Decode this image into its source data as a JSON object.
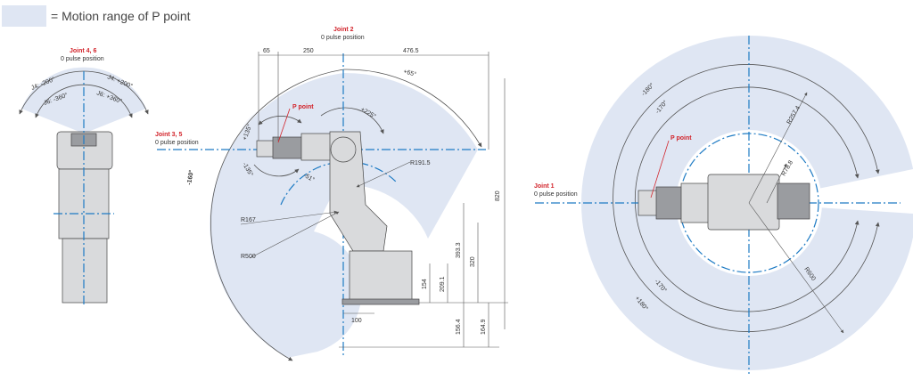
{
  "colors": {
    "range_fill": "#dfe6f3",
    "centerline": "#1e7bc4",
    "highlight_red": "#d2232a",
    "line": "#555555"
  },
  "legend": {
    "text": "= Motion range of P point"
  },
  "left_view": {
    "joint_title": "Joint 4, 6",
    "joint_sub": "0 pulse position",
    "j4_neg": "J4: -200°",
    "j4_pos": "J4: +200°",
    "j6_neg": "J6: -360°",
    "j6_pos": "J6: +360°"
  },
  "middle_view": {
    "joint2_title": "Joint 2",
    "joint2_sub": "0 pulse position",
    "joint35_title": "Joint 3, 5",
    "joint35_sub": "0 pulse position",
    "p_point": "P point",
    "top_dims": [
      "65",
      "250",
      "476.5"
    ],
    "angles": {
      "plus65": "+65°",
      "plus225": "+225°",
      "plus135": "+135°",
      "minus135": "-135°",
      "minus51": "-51°",
      "minus160": "-160°"
    },
    "radii": {
      "r1915": "R191.5",
      "r167": "R167",
      "r500": "R500"
    },
    "right_dims": [
      "820",
      "393.3",
      "320",
      "209.1",
      "154",
      "156.4",
      "164.9"
    ],
    "bottom_dim": "100"
  },
  "right_view": {
    "joint1_title": "Joint 1",
    "joint1_sub": "0 pulse position",
    "p_point": "P point",
    "angles": {
      "minus180": "-180°",
      "minus170_top": "-170°",
      "minus170_bottom": "-170°",
      "plus180": "+180°"
    },
    "radii": {
      "r2574": "R257.4",
      "r788": "R78.8",
      "r600": "R600"
    }
  }
}
